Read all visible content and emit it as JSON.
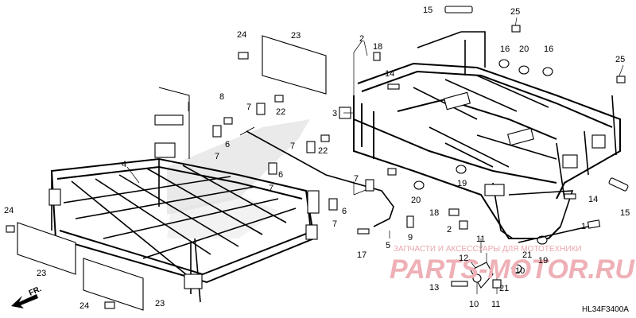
{
  "diagram": {
    "code": "HL34F3400A",
    "direction_label": "FR.",
    "callouts": [
      "1",
      "2",
      "3",
      "4",
      "5",
      "6",
      "7",
      "8",
      "9",
      "10",
      "11",
      "12",
      "13",
      "14",
      "15",
      "16",
      "17",
      "18",
      "19",
      "20",
      "21",
      "22",
      "23",
      "24",
      "25"
    ]
  },
  "watermark": {
    "text": "ЗАПЧАСТИ И АКСЕССУАРЫ ДЛЯ МОТОТЕХНИКИ",
    "logo": "PARTS-MOTOR.RU"
  }
}
